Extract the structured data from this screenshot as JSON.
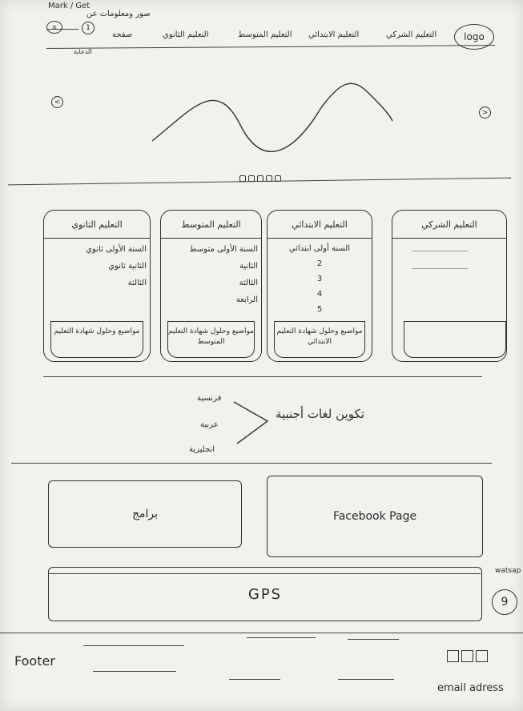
{
  "header": {
    "logo": "logo",
    "nav": [
      "التعليم الشركي",
      "التعليم الابتدائي",
      "التعليم المتوسط",
      "التعليم الثانوي",
      "صفحة"
    ],
    "top_note": "صور ومعلومات عن",
    "top_left_note": "Mark / Get",
    "sub_note": "الدعاية"
  },
  "slider": {
    "prev_label": "<",
    "next_label": ">",
    "dots": 5
  },
  "cards": [
    {
      "title": "التعليم الثانوي",
      "items": [
        "السنة الأولى ثانوي",
        "الثانية ثانوي",
        "الثالثة"
      ],
      "footer": "مواضيع وحلول شهادة التعليم"
    },
    {
      "title": "التعليم المتوسط",
      "items": [
        "السنة الأولى متوسط",
        "الثانية",
        "الثالثة",
        "الرابعة"
      ],
      "footer": "مواضيع وحلول شهادة التعليم المتوسط"
    },
    {
      "title": "التعليم الابتدائي",
      "items": [
        "السنة أولى ابتدائي",
        "2",
        "3",
        "4",
        "5"
      ],
      "footer": "مواضيع وحلول شهادة التعليم الابتدائي"
    },
    {
      "title": "التعليم الشركي",
      "items": [],
      "footer": ""
    }
  ],
  "languages": {
    "main": "تكوين لغات أجنبية",
    "options": [
      "فرنسية",
      "عربية",
      "انجليزية"
    ]
  },
  "panels": {
    "programs": "برامج",
    "facebook": "Facebook Page"
  },
  "gps": {
    "label": "GPS"
  },
  "whatsapp": {
    "label": "watsap"
  },
  "footer": {
    "label": "Footer",
    "email": "email adress"
  }
}
